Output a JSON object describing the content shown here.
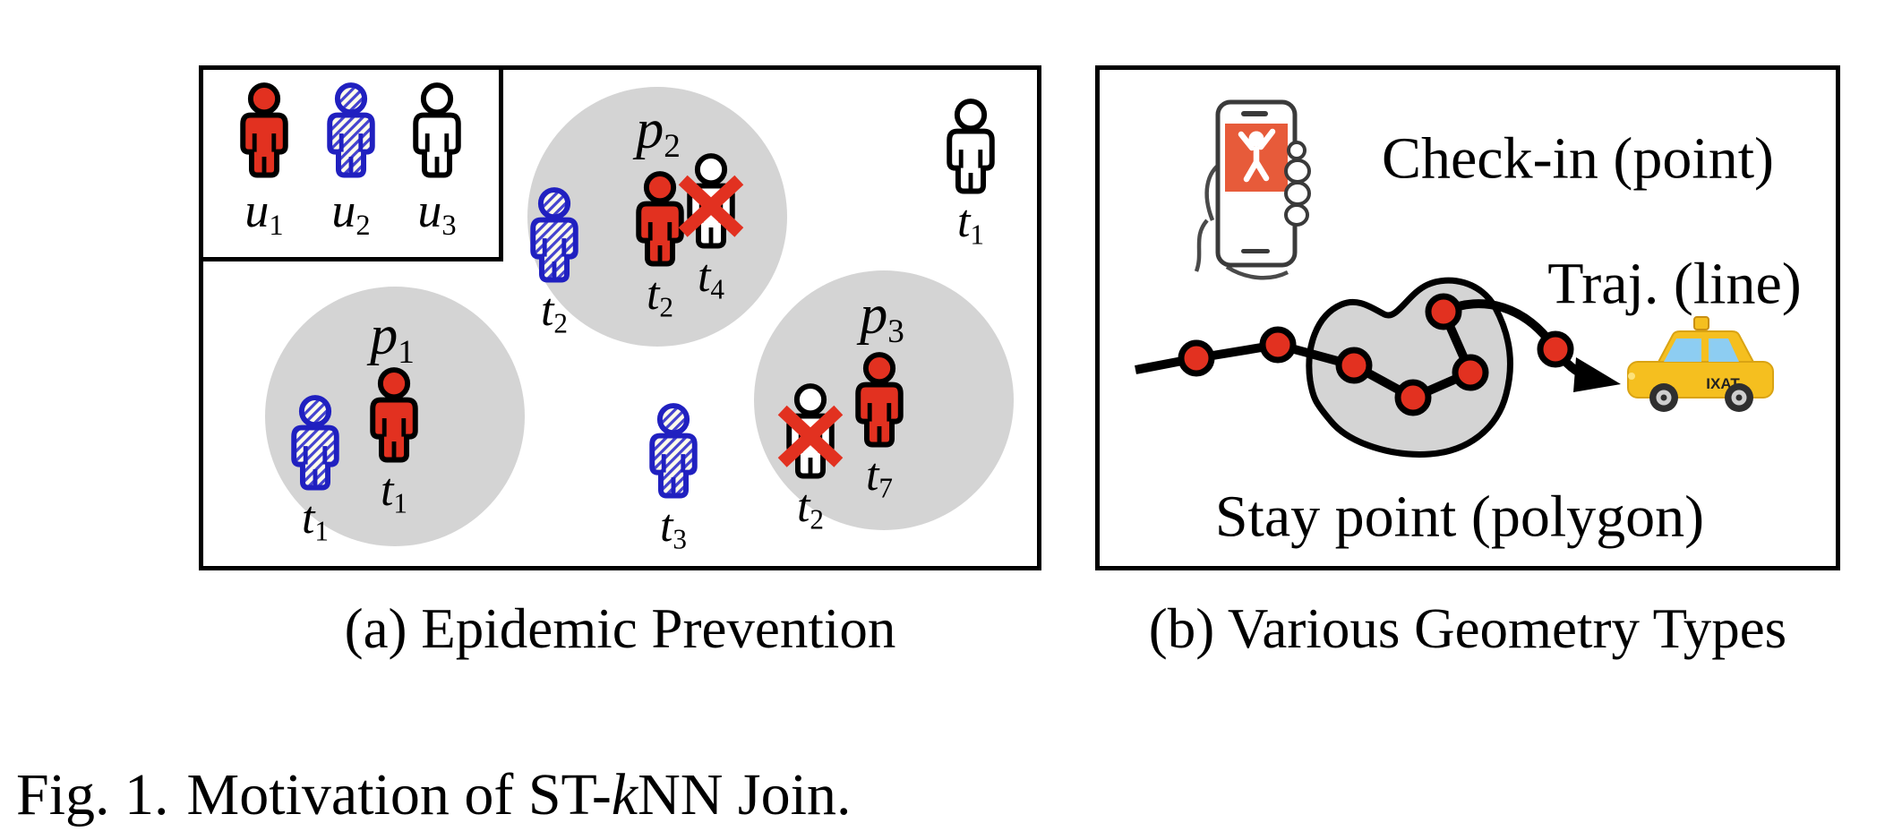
{
  "colors": {
    "infected_red": "#e23120",
    "query_blue": "#2020c0",
    "cluster_gray": "#d4d4d4",
    "phone_screen_orange": "#e75b3a",
    "taxi_yellow": "#f5bf1f"
  },
  "panel_a": {
    "caption": "(a) Epidemic Prevention",
    "legend": {
      "users": [
        {
          "base": "u",
          "sub": "1"
        },
        {
          "base": "u",
          "sub": "2"
        },
        {
          "base": "u",
          "sub": "3"
        }
      ]
    },
    "clusters": [
      {
        "base": "p",
        "sub": "1"
      },
      {
        "base": "p",
        "sub": "2"
      },
      {
        "base": "p",
        "sub": "3"
      }
    ],
    "persons": [
      {
        "base": "t",
        "sub": "2"
      },
      {
        "base": "t",
        "sub": "2"
      },
      {
        "base": "t",
        "sub": "4"
      },
      {
        "base": "t",
        "sub": "1"
      },
      {
        "base": "t",
        "sub": "1"
      },
      {
        "base": "t",
        "sub": "1"
      },
      {
        "base": "t",
        "sub": "3"
      },
      {
        "base": "t",
        "sub": "2"
      },
      {
        "base": "t",
        "sub": "7"
      }
    ]
  },
  "panel_b": {
    "caption": "(b) Various Geometry Types",
    "checkin_label": "Check-in (point)",
    "traj_label": "Traj. (line)",
    "staypoint_label": "Stay point (polygon)",
    "taxi_text": "IXAT"
  },
  "figure_caption": {
    "fig_label": "Fig. 1.",
    "pre": "Motivation of ST-",
    "k": "k",
    "post": "NN Join."
  }
}
